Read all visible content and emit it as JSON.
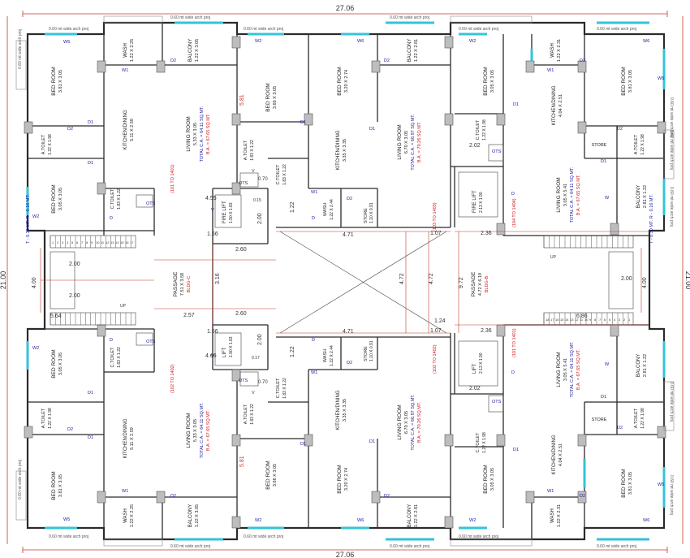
{
  "dimensions": {
    "width": "27.06",
    "height": "21.00",
    "passage_depth": "4.00",
    "stair_flight": "2.00",
    "stair_landing": "5.64",
    "passage_w": "2.57",
    "passage_w2": "2.60",
    "lift_w": "1.66",
    "lift_gap": "4.55",
    "lift_gap2": "4.66",
    "corr_h": "3.16",
    "hall_h": "4.72",
    "hall_w": "4.71",
    "right_stair_landing": "6.86",
    "right_stair_flight": "2.00",
    "right_lobby": "2.36",
    "right_lobby2": "1.07",
    "right_ceiling": "1.24",
    "ots_dim": "2.02",
    "duct_dim": "1.22",
    "duct_dim2": "2.00",
    "riser": "9.72",
    "tread": "0.70",
    "tread2": "0.15",
    "tread3": "0.17",
    "riser_top": "5.81"
  },
  "stair": {
    "left_note": "T - 0.30 MT. R - 0.16 MT.",
    "right_note": "T - 0.30 MT. R - 0.16 MT.",
    "up": "UP",
    "steps_a": [
      "1",
      "2",
      "3",
      "4",
      "5",
      "6",
      "7",
      "8",
      "9",
      "10",
      "11",
      "12",
      "13",
      "14",
      "15",
      "16",
      "17"
    ],
    "steps_b": [
      "18",
      "17",
      "16",
      "15",
      "14",
      "13",
      "12",
      "11",
      "10",
      "9",
      "8",
      "7",
      "6",
      "5",
      "4",
      "3",
      "2",
      "1"
    ]
  },
  "notes": {
    "arch": "0.60 mt wide arch proj"
  },
  "core": {
    "passage_left": {
      "name": "PASSAGE",
      "size": "7.51 X 3.58",
      "block": "BLDG-C"
    },
    "passage_right": {
      "name": "PASSAGE",
      "size": "4.72 X 6.19",
      "block": "BLDG-B"
    },
    "fire_lift_left": {
      "name": "FIRE LIFT",
      "size": "1.90 X 1.83"
    },
    "lift_left": {
      "name": "LIFT",
      "size": "1.90 X 1.83"
    },
    "fire_lift_right": {
      "name": "FIRE LIFT",
      "size": "2.13 X 1.90"
    },
    "lift_right": {
      "name": "LIFT",
      "size": "2.13 X 1.90"
    },
    "store_top": {
      "name": "STORE",
      "size": "1.10 X 0.91"
    },
    "store_bottom": {
      "name": "STORE",
      "size": "1.10 X 0.91"
    }
  },
  "flats": {
    "f101": "(101 TO 1401)",
    "f102": "(102 TO 1402)",
    "f103": "(103 TO 1403)",
    "f104": "(104 TO 1404)"
  },
  "rooms": {
    "a_tl": {
      "bed1": "BED ROOM",
      "bed1s": "3.81 X 3.05",
      "wash": "WASH",
      "washs": "1.22 X 2.25",
      "balc": "BALCONY",
      "balcs": "1.22 X 3.05",
      "kit": "KITCHEN/DINING",
      "kits": "5.11 X 2.59",
      "liv": "LIVING ROOM",
      "livs": "5.33 X 3.05",
      "tca": "TOTAL C.A. = 64.11 SQ.MT.",
      "ba": "B.A. = 67.65 SQ.MT.",
      "atoilet": "A.TOILET",
      "atoilets": "1.22 X 1.98",
      "bed2": "BED ROOM",
      "bed2s": "3.05 X 3.05",
      "ctoilet": "C.TOILET",
      "ctoilets": "1.83 X 1.22"
    },
    "b_tc": {
      "bed1": "BED ROOM",
      "bed1s": "3.66 X 3.05",
      "bed2": "BED ROOM",
      "bed2s": "3.20 X 2.74",
      "balc": "BALCONY",
      "balcs": "1.22 X 2.81",
      "kit": "KITCHEN/DINING",
      "kits": "3.35 X 3.35",
      "liv": "LIVING ROOM",
      "livs": "6.70 X 3.05",
      "tca": "TOTAL C.A. = 66.97 SQ.MT.",
      "ba": "B.A. = 70.26 SQ.MT.",
      "atoilet": "A.TOILET",
      "atoilets": "1.83 X 1.22",
      "ctoilet": "C.TOILET",
      "ctoilets": "1.83 X 1.22",
      "wash": "WASH",
      "washs": "1.22 X 2.44"
    },
    "c_tr": {
      "bed1": "BED ROOM",
      "bed1s": "3.05 X 3.05",
      "wash": "WASH",
      "washs": "1.22 X 2.31",
      "bed2": "BED ROOM",
      "bed2s": "3.81 X 3.05",
      "kit": "KITCHEN/DINING",
      "kits": "4.04 X 2.51",
      "ctoilet": "C.TOILET",
      "ctoilets": "1.22 X 1.98",
      "store": "STORE",
      "atoilet": "A.TOILET",
      "atoilets": "1.22 X 1.98",
      "liv": "LIVING ROOM",
      "livs": "3.05 X 5.41",
      "tca": "TOTAL C.A. = 64.11 SQ.MT.",
      "ba": "B.A. = 67.65 SQ.MT.",
      "balc": "BALCONY",
      "balcs": "2.81 X 1.22"
    },
    "d_bl": {
      "bed1": "BED ROOM",
      "bed1s": "3.05 X 3.05",
      "ctoilet": "C.TOILET",
      "ctoilets": "1.83 X 1.22",
      "atoilet": "A.TOILET",
      "atoilets": "1.22 X 1.98",
      "kit": "KITCHEN/DINING",
      "kits": "5.11 X 2.59",
      "liv": "LIVING ROOM",
      "livs": "5.33 X 3.05",
      "tca": "TOTAL C.A. = 64.11 SQ.MT.",
      "ba": "B.A. = 67.65 SQ.MT.",
      "bed2": "BED ROOM",
      "bed2s": "3.81 X 3.05",
      "wash": "WASH",
      "washs": "1.22 X 2.25",
      "balc": "BALCONY",
      "balcs": "1.22 X 3.05"
    },
    "e_bc": {
      "atoilet": "A.TOILET",
      "atoilets": "1.83 X 1.22",
      "ctoilet": "C.TOILET",
      "ctoilets": "1.83 X 1.22",
      "wash": "WASH",
      "washs": "1.22 X 2.44",
      "kit": "KITCHEN/DINING",
      "kits": "3.35 X 3.35",
      "liv": "LIVING ROOM",
      "livs": "6.70 X 3.05",
      "tca": "TOTAL C.A. = 66.97 SQ.MT.",
      "ba": "B.A. = 70.26 SQ.MT.",
      "bed1": "BED ROOM",
      "bed1s": "3.66 X 3.05",
      "bed2": "BED ROOM",
      "bed2s": "3.20 X 2.74",
      "balc": "BALCONY",
      "balcs": "1.22 X 2.81"
    },
    "f_br": {
      "liv": "LIVING ROOM",
      "livs": "3.05 X 5.41",
      "tca": "TOTAL C.A. = 64.11 SQ.MT.",
      "ba": "B.A. = 67.65 SQ.MT.",
      "balc": "BALCONY",
      "balcs": "2.81 X 1.22",
      "store": "STORE",
      "atoilet": "A.TOILET",
      "atoilets": "1.22 X 1.98",
      "ctoilet": "C.TOILET",
      "ctoilets": "1.22 X 1.98",
      "kit": "KITCHEN/DINING",
      "kits": "4.04 X 2.51",
      "bed1": "BED ROOM",
      "bed1s": "3.05 X 3.05",
      "bed2": "BED ROOM",
      "bed2s": "3.81 X 3.05",
      "wash": "WASH",
      "washs": "1.22 X 2.31"
    }
  },
  "tags": {
    "ots": "OTS",
    "d": "D",
    "d1": "D1",
    "d2": "D2",
    "w": "W",
    "w1": "W1",
    "w2": "W2",
    "w5": "W5",
    "w6": "W6",
    "v": "V"
  },
  "colors": {
    "wall": "#2b2b2b",
    "dim": "#c0392b",
    "window": "#35c3d8",
    "blue_text": "#1a1aa0",
    "red_text": "#d11a1a",
    "column": "#bdbdbd"
  }
}
